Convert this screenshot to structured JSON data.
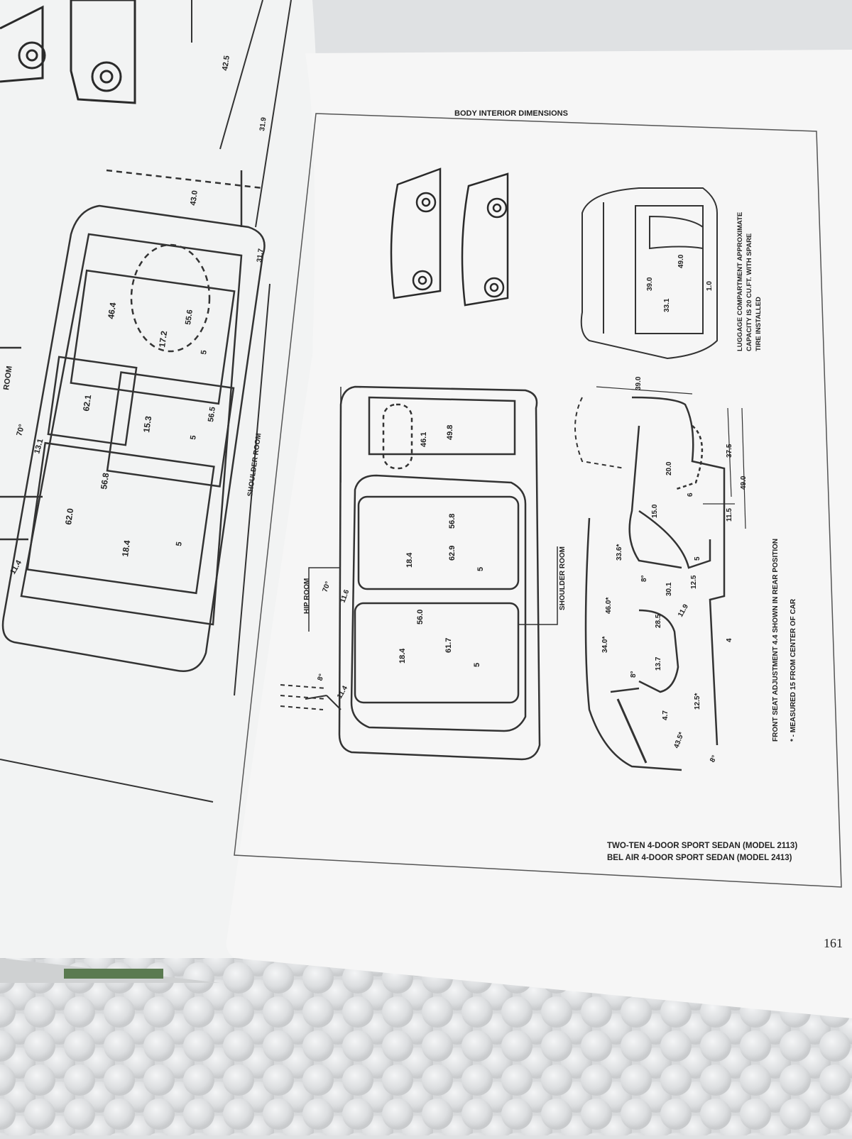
{
  "header": {
    "title": "BODY INTERIOR DIMENSIONS"
  },
  "page_number": "161",
  "captions": {
    "line1": "TWO-TEN 4-DOOR SPORT SEDAN (MODEL 2113)",
    "line2": "BEL AIR 4-DOOR SPORT SEDAN (MODEL 2413)"
  },
  "luggage_note": {
    "line1": "LUGGAGE COMPARTMENT APPROXIMATE",
    "line2": "CAPACITY IS 20 CU.FT. WITH SPARE",
    "line3": "TIRE INSTALLED"
  },
  "footnotes": {
    "line1": "FRONT SEAT ADJUSTMENT 4.4 SHOWN IN REAR POSITION",
    "line2": "* - MEASURED 15 FROM CENTER OF CAR"
  },
  "labels": {
    "hip_room": "HIP ROOM",
    "shoulder_room": "SHOULDER ROOM",
    "left_shoulder_room": "SHOULDER ROOM",
    "left_room": "ROOM"
  },
  "plan_dims": {
    "d49_8": "49.8",
    "d46_1": "46.1",
    "d56_8": "56.8",
    "d18_4a": "18.4",
    "d62_9": "62.9",
    "d5a": "5",
    "d56_0": "56.0",
    "d61_7": "61.7",
    "d18_4b": "18.4",
    "d5b": "5",
    "d11_6": "11.6",
    "d11_4": "11.4",
    "d70": "70°",
    "d8": "8°"
  },
  "side_dims": {
    "d39_0": "39.0",
    "d37_5": "37.5",
    "d49_0": "49.0",
    "d20_0": "20.0",
    "d6": "6",
    "d11_5": "11.5",
    "d15_0": "15.0",
    "d33_6": "33.6*",
    "d8a": "8°",
    "d30_1": "30.1",
    "d12_5a": "12.5",
    "d5": "5",
    "d46_0": "46.0*",
    "d34_0": "34.0*",
    "d28_5": "28.5",
    "d13_7": "13.7",
    "d8b": "8°",
    "d4_7": "4.7",
    "d12_5b": "12.5*",
    "d43_5": "43.5*",
    "d8c": "8°",
    "d4": "4",
    "d11_9": "11.9"
  },
  "trunk_dims": {
    "d39_0": "39.0",
    "d33_1": "33.1",
    "d49_0": "49.0",
    "d1_0": "1.0"
  },
  "left_dims": {
    "d43_0": "43.0",
    "d42_5": "42.5",
    "d31_9": "31.9",
    "d31_7": "31.7",
    "d46_4": "46.4",
    "d17_2": "17.2",
    "d55_6": "55.6",
    "d5a": "5",
    "d62_1": "62.1",
    "d15_3": "15.3",
    "d5b": "5",
    "d56_5": "56.5",
    "d56_8": "56.8",
    "d62_0": "62.0",
    "d18_4": "18.4",
    "d5c": "5",
    "d13_1": "13.1",
    "d70": "70°",
    "d11_4": "11.4"
  }
}
